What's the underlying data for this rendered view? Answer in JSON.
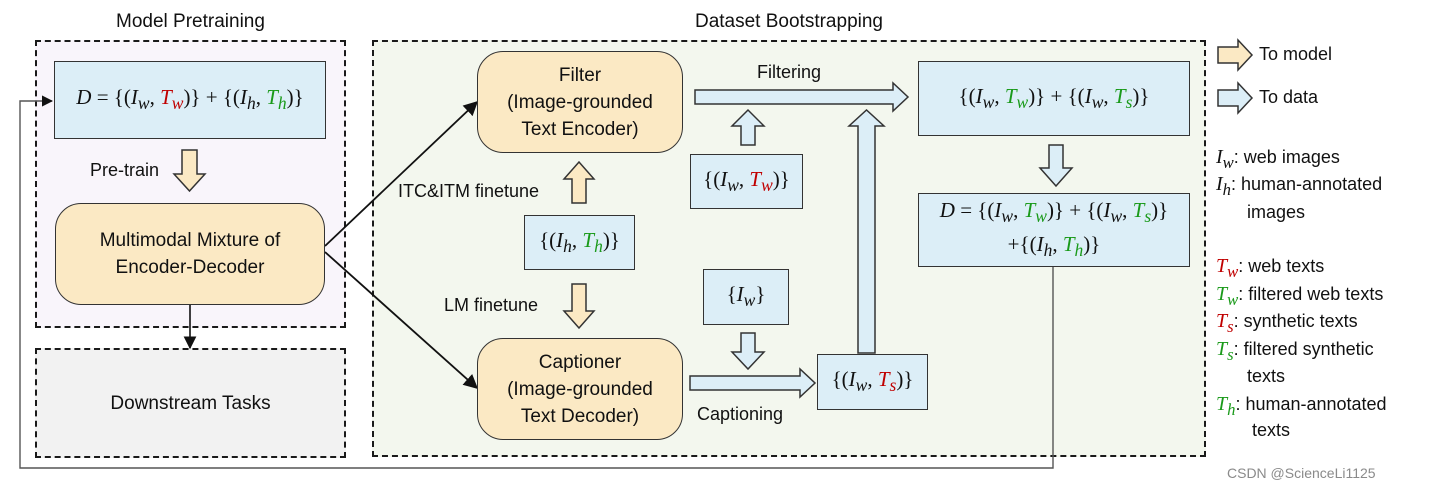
{
  "titles": {
    "pretraining": "Model Pretraining",
    "bootstrapping": "Dataset Bootstrapping"
  },
  "boxes": {
    "multimodal_line1": "Multimodal Mixture of",
    "multimodal_line2": "Encoder-Decoder",
    "downstream": "Downstream Tasks",
    "filter_line1": "Filter",
    "filter_line2": "(Image-grounded",
    "filter_line3": "Text Encoder)",
    "captioner_line1": "Captioner",
    "captioner_line2": "(Image-grounded",
    "captioner_line3": "Text Decoder)"
  },
  "labels": {
    "pretrain": "Pre-train",
    "itc_itm": "ITC&ITM finetune",
    "lm_finetune": "LM finetune",
    "filtering": "Filtering",
    "captioning": "Captioning"
  },
  "legend": {
    "to_model": "To model",
    "to_data": "To data",
    "web_images": ": web images",
    "human_images_1": ": human-annotated",
    "human_images_2": "images",
    "web_texts": ": web texts",
    "filtered_web_texts": ": filtered web texts",
    "synthetic_texts": ": synthetic texts",
    "filtered_synthetic_1": ": filtered synthetic",
    "filtered_synthetic_2": "texts",
    "human_texts_1": ": human-annotated",
    "human_texts_2": "texts"
  },
  "watermark": "CSDN @ScienceLi1125",
  "colors": {
    "model_box": "#fbe9c4",
    "data_box": "#dceef7",
    "pretraining_bg": "#f9f5fb",
    "bootstrapping_bg": "#f3f7ee",
    "downstream_bg": "#f2f2f2",
    "red_text": "#c00000",
    "green_text": "#1a9a1a"
  }
}
